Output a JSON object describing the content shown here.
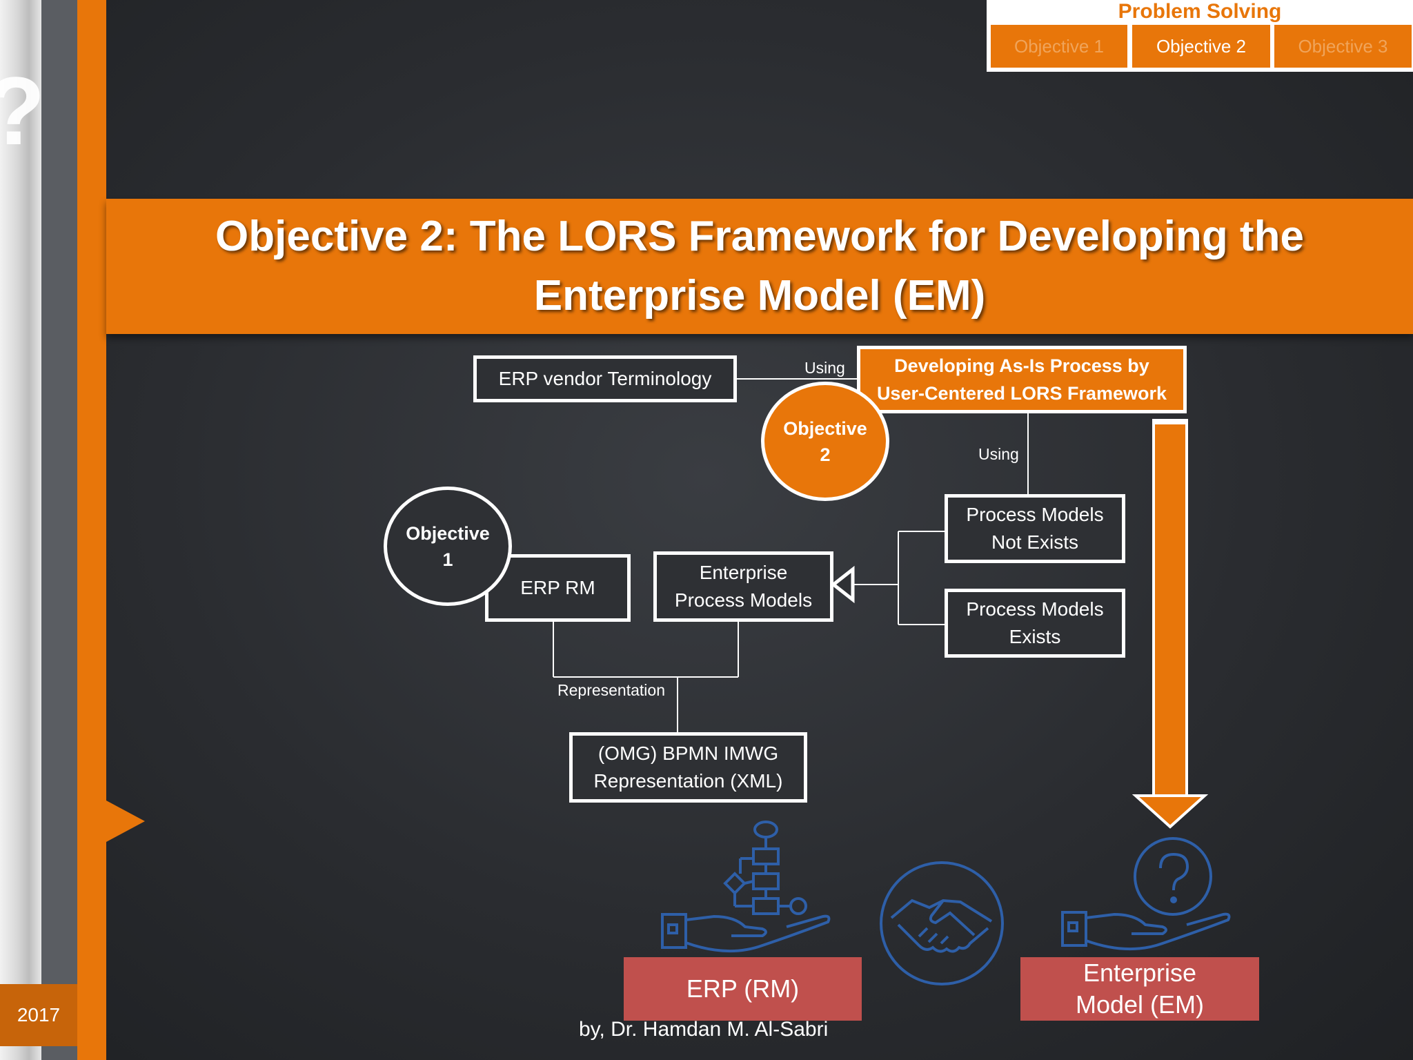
{
  "slide": {
    "year": "2017",
    "title": "Objective 2: The LORS Framework for Developing the Enterprise Model (EM)",
    "author": "by, Dr. Hamdan M. Al-Sabri"
  },
  "nav": {
    "header": "Problem Solving",
    "tabs": [
      {
        "label": "Objective 1",
        "active": false
      },
      {
        "label": "Objective 2",
        "active": true
      },
      {
        "label": "Objective 3",
        "active": false
      }
    ]
  },
  "diagram": {
    "erp_vendor": "ERP vendor Terminology",
    "developing_line1": "Developing As-Is Process by",
    "developing_line2": "User-Centered LORS Framework",
    "using_top": "Using",
    "using_right": "Using",
    "objective2_line1": "Objective",
    "objective2_line2": "2",
    "objective1_line1": "Objective",
    "objective1_line2": "1",
    "pm_not_exists_line1": "Process Models",
    "pm_not_exists_line2": "Not Exists",
    "pm_exists_line1": "Process Models",
    "pm_exists_line2": "Exists",
    "erp_rm": "ERP RM",
    "epm_line1": "Enterprise",
    "epm_line2": "Process Models",
    "representation": "Representation",
    "bpmn_line1": "(OMG) BPMN IMWG",
    "bpmn_line2": "Representation (XML)"
  },
  "bottom": {
    "erp_label": "ERP (RM)",
    "em_line1": "Enterprise",
    "em_line2": "Model (EM)"
  },
  "colors": {
    "accent_orange": "#e8760a",
    "pedestal_red": "#c0504d",
    "icon_blue": "#2e5fa8"
  }
}
